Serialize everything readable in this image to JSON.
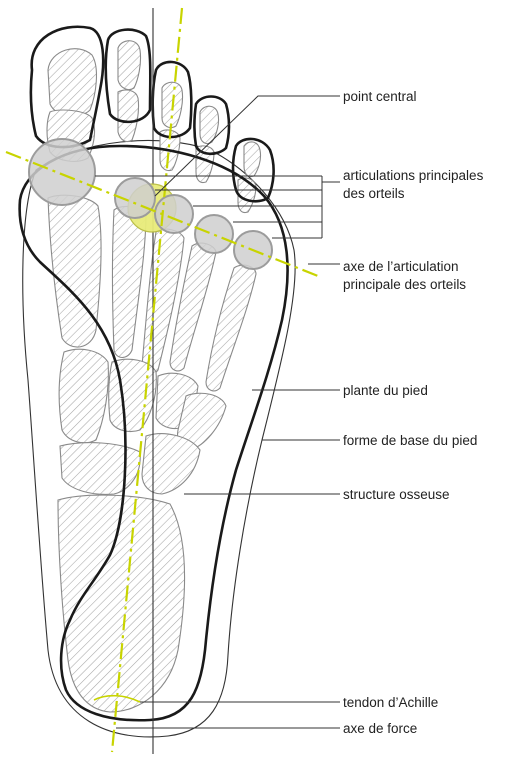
{
  "labels": {
    "point_central": "point central",
    "articulations_line1": "articulations principales",
    "articulations_line2": "des orteils",
    "axe_articulation_line1": "axe de l’articulation",
    "axe_articulation_line2": "principale des orteils",
    "plante": "plante du pied",
    "forme_base": "forme de base du pied",
    "structure": "structure osseuse",
    "tendon": "tendon d’Achille",
    "axe_force": "axe de force"
  },
  "colors": {
    "outline": "#1a1a1a",
    "bone_hatch": "#9a9a9a",
    "joint_fill": "#cfcfcf",
    "joint_stroke": "#9c9c9c",
    "central_point": "#e8ec7a",
    "axis_yellow": "#c8d400"
  }
}
